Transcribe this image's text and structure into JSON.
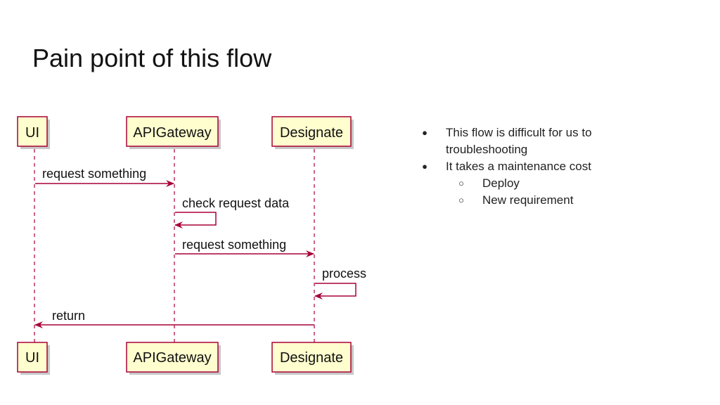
{
  "title": "Pain point of this flow",
  "diagram": {
    "participants": [
      {
        "name": "UI"
      },
      {
        "name": "APIGateway"
      },
      {
        "name": "Designate"
      }
    ],
    "messages": [
      {
        "from": "UI",
        "to": "APIGateway",
        "label": "request something"
      },
      {
        "from": "APIGateway",
        "to": "APIGateway",
        "label": "check request data"
      },
      {
        "from": "APIGateway",
        "to": "Designate",
        "label": "request something"
      },
      {
        "from": "Designate",
        "to": "Designate",
        "label": "process"
      },
      {
        "from": "Designate",
        "to": "UI",
        "label": "return"
      }
    ],
    "colors": {
      "box_fill": "#FEFECE",
      "box_border": "#A80036",
      "arrow": "#A80036",
      "shadow": "#C8C8C8"
    }
  },
  "bullets": {
    "items": [
      {
        "marker": "●",
        "text": "This flow is difficult for us to troubleshooting",
        "sub": []
      },
      {
        "marker": "●",
        "text": "It takes a maintenance cost",
        "sub": [
          {
            "marker": "○",
            "text": "Deploy"
          },
          {
            "marker": "○",
            "text": "New requirement"
          }
        ]
      }
    ]
  }
}
